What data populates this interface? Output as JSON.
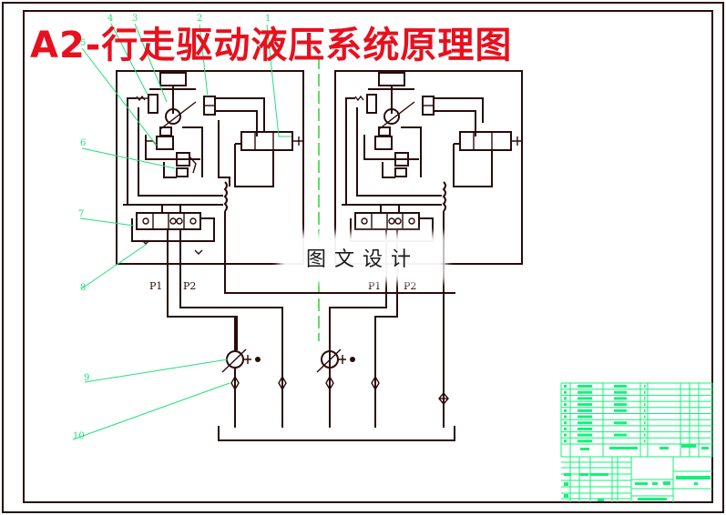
{
  "drawing": {
    "title": "A2-行走驱动液压系统原理图",
    "watermark": "图文设计",
    "colors": {
      "line": "#2a0a0a",
      "title": "#e8101e",
      "leader": "#22e07a",
      "centerline": "#22cc22",
      "title_block": "#15f07a"
    },
    "callouts": [
      {
        "id": "1",
        "label": "1"
      },
      {
        "id": "2",
        "label": "2"
      },
      {
        "id": "3",
        "label": "3"
      },
      {
        "id": "4",
        "label": "4"
      },
      {
        "id": "5",
        "label": "5"
      },
      {
        "id": "6",
        "label": "6"
      },
      {
        "id": "7",
        "label": "7"
      },
      {
        "id": "8",
        "label": "8"
      },
      {
        "id": "9",
        "label": "9"
      },
      {
        "id": "10",
        "label": "10"
      }
    ],
    "ports": {
      "left_p1": "P1",
      "left_p2": "P2",
      "right_p1": "P1",
      "right_p2": "P2"
    }
  }
}
